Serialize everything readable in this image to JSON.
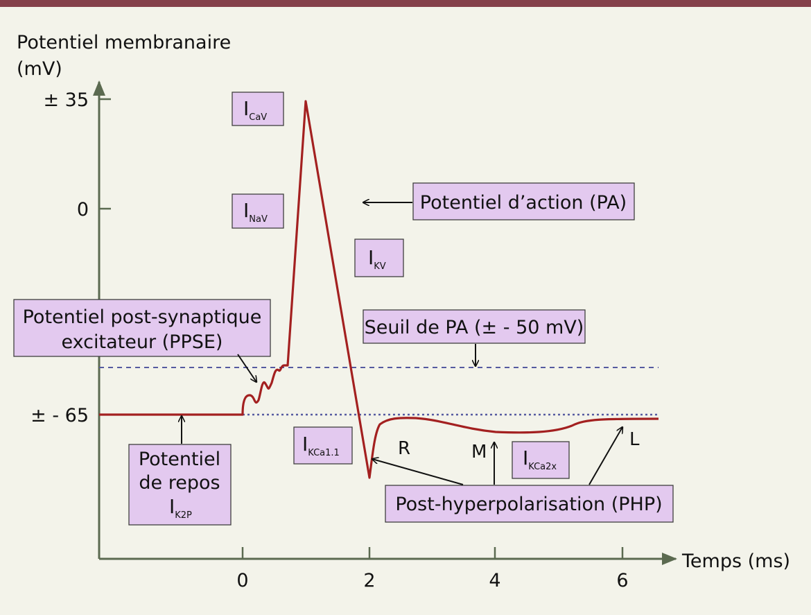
{
  "colors": {
    "background": "#f3f3ea",
    "top_bar": "#84404a",
    "axis": "#5b6a50",
    "curve": "#a32020",
    "threshold_line": "#555aa0",
    "box_fill": "#e3c9ef",
    "box_border": "#3f3f3f"
  },
  "y_axis": {
    "title_line1": "Potentiel membranaire",
    "title_line2": "(mV)",
    "ticks": [
      "± 35",
      "0",
      "± - 65"
    ]
  },
  "x_axis": {
    "title": "Temps (ms)",
    "ticks": [
      "0",
      "2",
      "4",
      "6"
    ]
  },
  "labels": {
    "i_cav": {
      "main": "I",
      "sub": "CaV"
    },
    "i_nav": {
      "main": "I",
      "sub": "NaV"
    },
    "i_kv": {
      "main": "I",
      "sub": "KV"
    },
    "i_kca11": {
      "main": "I",
      "sub": "KCa1.1"
    },
    "i_kca2x": {
      "main": "I",
      "sub": "KCa2x"
    },
    "action_potential": "Potentiel d’action (PA)",
    "epsp_line1": "Potentiel post-synaptique",
    "epsp_line2": "excitateur (PPSE)",
    "threshold": "Seuil de PA (± - 50 mV)",
    "resting_line1": "Potentiel",
    "resting_line2": "de repos",
    "resting_i": {
      "main": "I",
      "sub": "K2P"
    },
    "ahp": "Post-hyperpolarisation (PHP)",
    "ahp_r": "R",
    "ahp_m": "M",
    "ahp_l": "L"
  }
}
